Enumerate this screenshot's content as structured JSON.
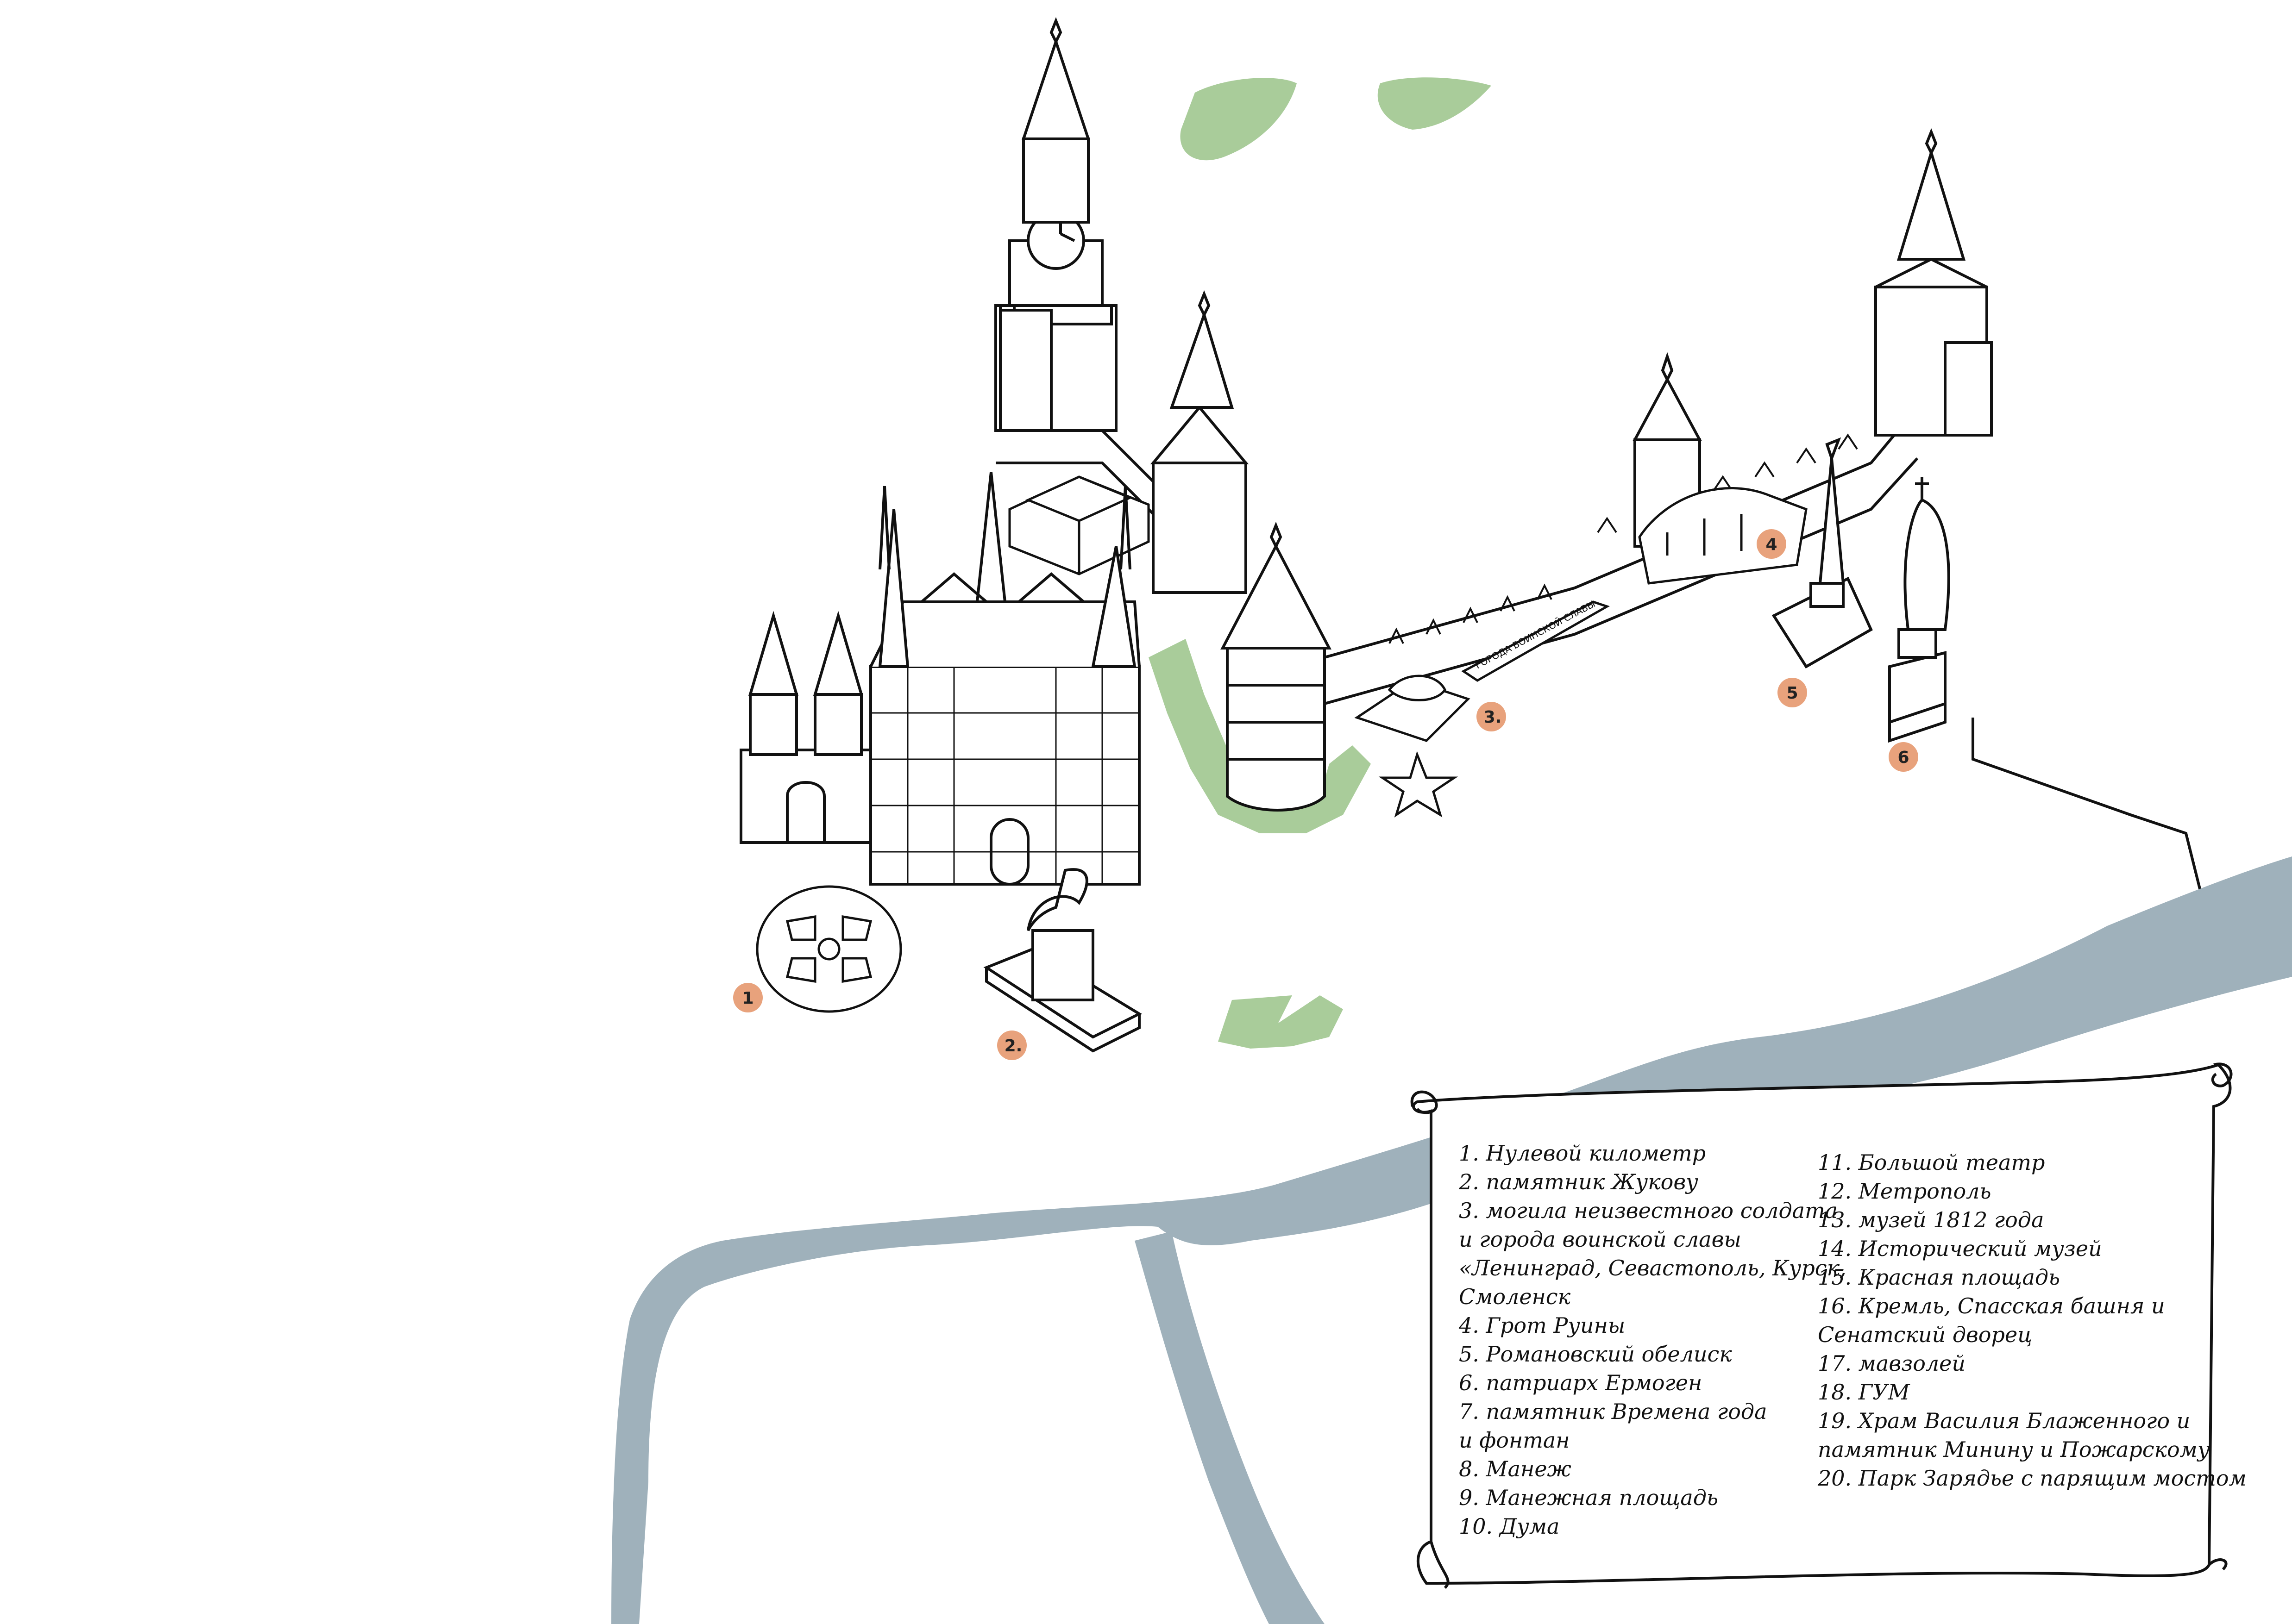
{
  "colors": {
    "river": "#9fb1bb",
    "park": "#a9cc9a",
    "marker": "#e8a27c",
    "ink": "#111111",
    "paper": "#ffffff"
  },
  "map": {
    "markers": [
      {
        "id": "1",
        "label": "1"
      },
      {
        "id": "2",
        "label": "2."
      },
      {
        "id": "3",
        "label": "3."
      },
      {
        "id": "4",
        "label": "4"
      },
      {
        "id": "5",
        "label": "5"
      },
      {
        "id": "6",
        "label": "6"
      }
    ],
    "sign_text": "ГОРОДА ВОИНСКОЙ СЛАВЫ"
  },
  "legend": {
    "column1": [
      "1. Нулевой километр",
      "2. памятник Жукову",
      "3. могила неизвестного солдата",
      "и города воинской славы",
      "«Ленинград, Севастополь, Курск,",
      "Смоленск",
      "4. Грот Руины",
      "5. Романовский обелиск",
      "6. патриарх Ермоген",
      "7. памятник Времена года",
      "и фонтан",
      "8. Манеж",
      "9. Манежная площадь",
      "10. Дума"
    ],
    "column2": [
      "11. Большой театр",
      "12. Метрополь",
      "13. музей 1812 года",
      "14. Исторический музей",
      "15. Красная площадь",
      "16. Кремль, Спасская башня и",
      "Сенатский дворец",
      "17. мавзолей",
      "18. ГУМ",
      "19. Храм Василия Блаженного и",
      "памятник Минину и Пожарскому",
      "20. Парк Зарядье с парящим мостом"
    ]
  }
}
